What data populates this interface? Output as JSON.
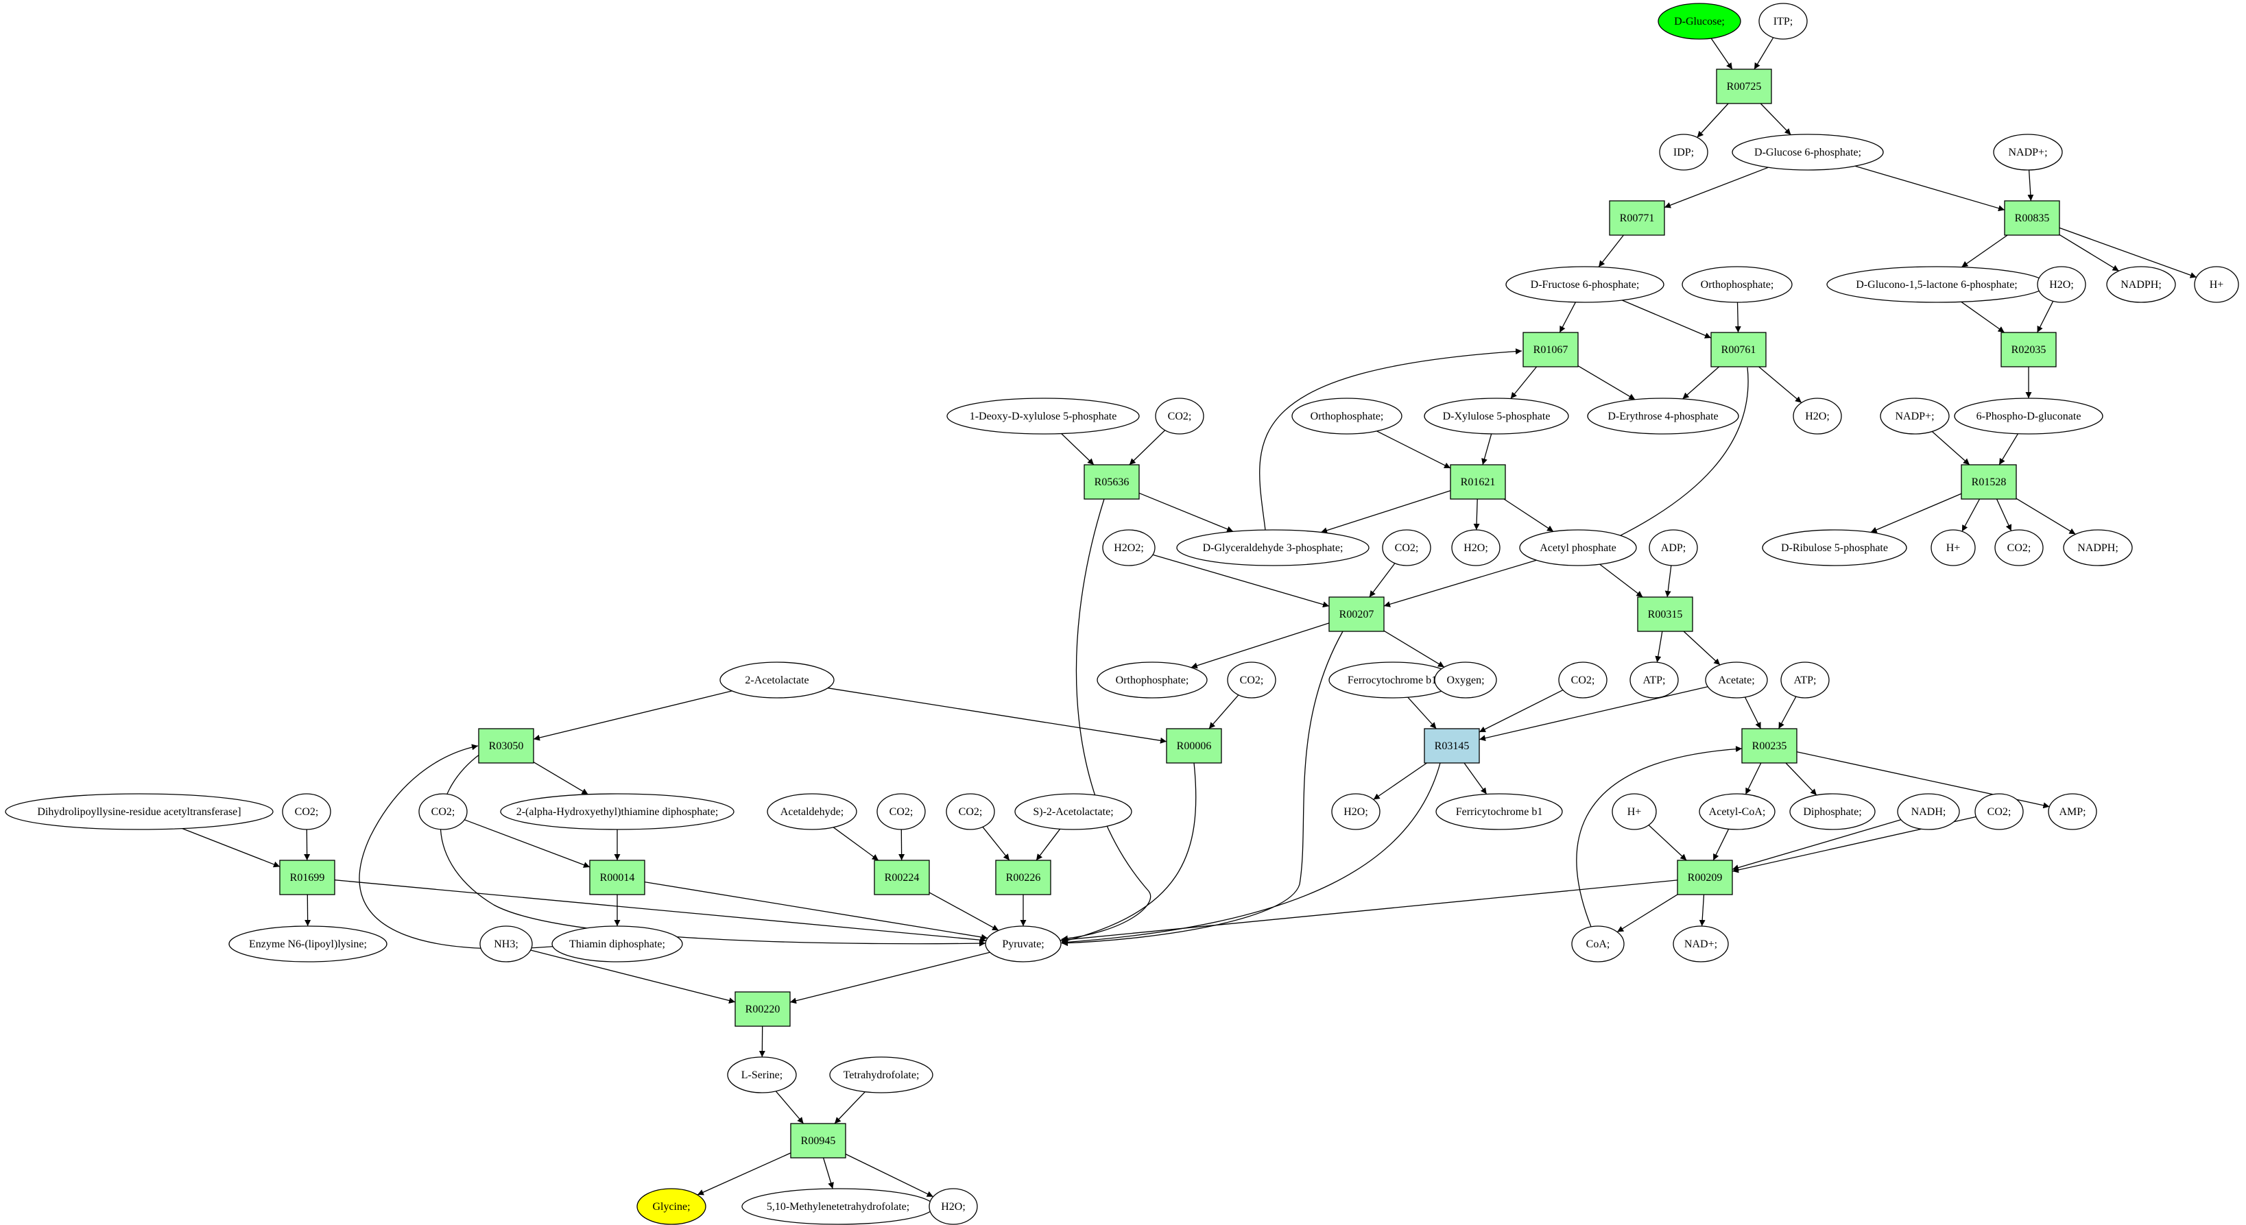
{
  "diagram": {
    "type": "metabolic-pathway-graph",
    "colors": {
      "reaction": "#98fb98",
      "reaction_alt": "#add8e6",
      "source_compound": "#00ff00",
      "target_compound": "#ffff00",
      "compound": "#ffffff",
      "stroke": "#000000"
    },
    "compounds": [
      {
        "id": "c_dglucose",
        "label": "D-Glucose;",
        "fill": "source"
      },
      {
        "id": "c_itp",
        "label": "ITP;"
      },
      {
        "id": "c_idp",
        "label": "IDP;"
      },
      {
        "id": "c_g6p",
        "label": "D-Glucose 6-phosphate;"
      },
      {
        "id": "c_nadp1",
        "label": "NADP+;"
      },
      {
        "id": "c_f6p",
        "label": "D-Fructose 6-phosphate;"
      },
      {
        "id": "c_orthoA",
        "label": "Orthophosphate;"
      },
      {
        "id": "c_gluconolactone",
        "label": "D-Glucono-1,5-lactone 6-phosphate;"
      },
      {
        "id": "c_h2oA",
        "label": "H2O;"
      },
      {
        "id": "c_nadph1",
        "label": "NADPH;"
      },
      {
        "id": "c_hplus1",
        "label": "H+"
      },
      {
        "id": "c_dxp",
        "label": "1-Deoxy-D-xylulose 5-phosphate"
      },
      {
        "id": "c_co2A",
        "label": "CO2;"
      },
      {
        "id": "c_orthoB",
        "label": "Orthophosphate;"
      },
      {
        "id": "c_xu5p",
        "label": "D-Xylulose 5-phosphate"
      },
      {
        "id": "c_e4p",
        "label": "D-Erythrose 4-phosphate"
      },
      {
        "id": "c_h2oB",
        "label": "H2O;"
      },
      {
        "id": "c_nadp2",
        "label": "NADP+;"
      },
      {
        "id": "c_6pg",
        "label": "6-Phospho-D-gluconate"
      },
      {
        "id": "c_h2o2",
        "label": "H2O2;"
      },
      {
        "id": "c_gap",
        "label": "D-Glyceraldehyde 3-phosphate;"
      },
      {
        "id": "c_co2B",
        "label": "CO2;"
      },
      {
        "id": "c_h2oC",
        "label": "H2O;"
      },
      {
        "id": "c_acp",
        "label": "Acetyl phosphate"
      },
      {
        "id": "c_adp",
        "label": "ADP;"
      },
      {
        "id": "c_ru5p",
        "label": "D-Ribulose 5-phosphate"
      },
      {
        "id": "c_hplus2",
        "label": "H+"
      },
      {
        "id": "c_co2C",
        "label": "CO2;"
      },
      {
        "id": "c_nadph2",
        "label": "NADPH;"
      },
      {
        "id": "c_acetolactate",
        "label": "2-Acetolactate"
      },
      {
        "id": "c_orthoC",
        "label": "Orthophosphate;"
      },
      {
        "id": "c_co2D",
        "label": "CO2;"
      },
      {
        "id": "c_ferrocyt",
        "label": "Ferrocytochrome b1"
      },
      {
        "id": "c_oxygen",
        "label": "Oxygen;"
      },
      {
        "id": "c_co2E",
        "label": "CO2;"
      },
      {
        "id": "c_atpA",
        "label": "ATP;"
      },
      {
        "id": "c_acetate",
        "label": "Acetate;"
      },
      {
        "id": "c_atpB",
        "label": "ATP;"
      },
      {
        "id": "c_dlat",
        "label": "Dihydrolipoyllysine-residue acetyltransferase]"
      },
      {
        "id": "c_co2F",
        "label": "CO2;"
      },
      {
        "id": "c_co2G",
        "label": "CO2;"
      },
      {
        "id": "c_htpp",
        "label": "2-(alpha-Hydroxyethyl)thiamine diphosphate;"
      },
      {
        "id": "c_acetaldehyde",
        "label": "Acetaldehyde;"
      },
      {
        "id": "c_co2H",
        "label": "CO2;"
      },
      {
        "id": "c_co2I",
        "label": "CO2;"
      },
      {
        "id": "c_sacetolactate",
        "label": "S)-2-Acetolactate;"
      },
      {
        "id": "c_h2oD",
        "label": "H2O;"
      },
      {
        "id": "c_ferricyt",
        "label": "Ferricytochrome b1"
      },
      {
        "id": "c_hplus3",
        "label": "H+"
      },
      {
        "id": "c_accoa",
        "label": "Acetyl-CoA;"
      },
      {
        "id": "c_diphosphate",
        "label": "Diphosphate;"
      },
      {
        "id": "c_nadh",
        "label": "NADH;"
      },
      {
        "id": "c_co2J",
        "label": "CO2;"
      },
      {
        "id": "c_amp",
        "label": "AMP;"
      },
      {
        "id": "c_lipoyl",
        "label": "Enzyme N6-(lipoyl)lysine;"
      },
      {
        "id": "c_nh3",
        "label": "NH3;"
      },
      {
        "id": "c_tpp",
        "label": "Thiamin diphosphate;"
      },
      {
        "id": "c_pyruvate",
        "label": "Pyruvate;"
      },
      {
        "id": "c_coa",
        "label": "CoA;"
      },
      {
        "id": "c_nad",
        "label": "NAD+;"
      },
      {
        "id": "c_serine",
        "label": "L-Serine;"
      },
      {
        "id": "c_thf",
        "label": "Tetrahydrofolate;"
      },
      {
        "id": "c_glycine",
        "label": "Glycine;",
        "fill": "target"
      },
      {
        "id": "c_methylenethf",
        "label": "5,10-Methylenetetrahydrofolate;"
      },
      {
        "id": "c_h2oE",
        "label": "H2O;"
      }
    ],
    "reactions": [
      {
        "id": "r00725",
        "label": "R00725"
      },
      {
        "id": "r00771",
        "label": "R00771"
      },
      {
        "id": "r00835",
        "label": "R00835"
      },
      {
        "id": "r01067",
        "label": "R01067"
      },
      {
        "id": "r00761",
        "label": "R00761"
      },
      {
        "id": "r02035",
        "label": "R02035"
      },
      {
        "id": "r05636",
        "label": "R05636"
      },
      {
        "id": "r01621",
        "label": "R01621"
      },
      {
        "id": "r01528",
        "label": "R01528"
      },
      {
        "id": "r00207",
        "label": "R00207"
      },
      {
        "id": "r00315",
        "label": "R00315"
      },
      {
        "id": "r03050",
        "label": "R03050"
      },
      {
        "id": "r00006",
        "label": "R00006"
      },
      {
        "id": "r03145",
        "label": "R03145",
        "fill": "alt"
      },
      {
        "id": "r00235",
        "label": "R00235"
      },
      {
        "id": "r01699",
        "label": "R01699"
      },
      {
        "id": "r00014",
        "label": "R00014"
      },
      {
        "id": "r00224",
        "label": "R00224"
      },
      {
        "id": "r00226",
        "label": "R00226"
      },
      {
        "id": "r00209",
        "label": "R00209"
      },
      {
        "id": "r00220",
        "label": "R00220"
      },
      {
        "id": "r00945",
        "label": "R00945"
      }
    ]
  }
}
